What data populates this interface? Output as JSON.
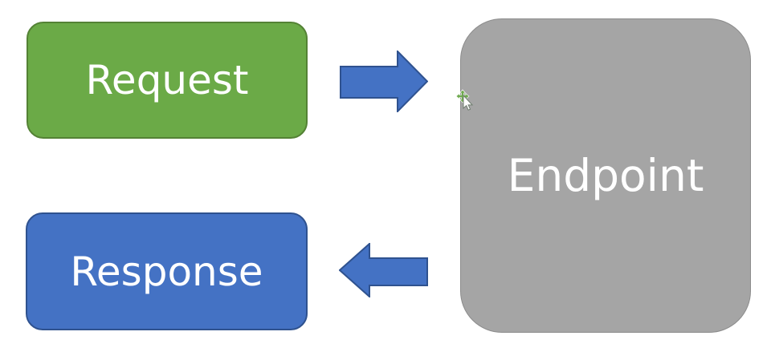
{
  "canvas": {
    "background": "#ffffff"
  },
  "diagram": {
    "nodes": [
      {
        "id": "request",
        "label": "Request",
        "fill": "#6baa47",
        "border": "#548235",
        "text_color": "#ffffff"
      },
      {
        "id": "response",
        "label": "Response",
        "fill": "#4472c4",
        "border": "#2f528f",
        "text_color": "#ffffff"
      },
      {
        "id": "endpoint",
        "label": "Endpoint",
        "fill": "#a5a5a5",
        "border": "#8c8c8c",
        "text_color": "#ffffff"
      }
    ],
    "arrows": [
      {
        "id": "request-to-endpoint",
        "direction": "right",
        "fill": "#4472c4",
        "border": "#2f528f"
      },
      {
        "id": "endpoint-to-response",
        "direction": "left",
        "fill": "#4472c4",
        "border": "#2f528f"
      }
    ],
    "cursor": {
      "type": "move-pointer",
      "cross_color": "#6faa4f",
      "pointer_fill": "#ffffff",
      "pointer_outline": "#6f7d6f"
    }
  }
}
